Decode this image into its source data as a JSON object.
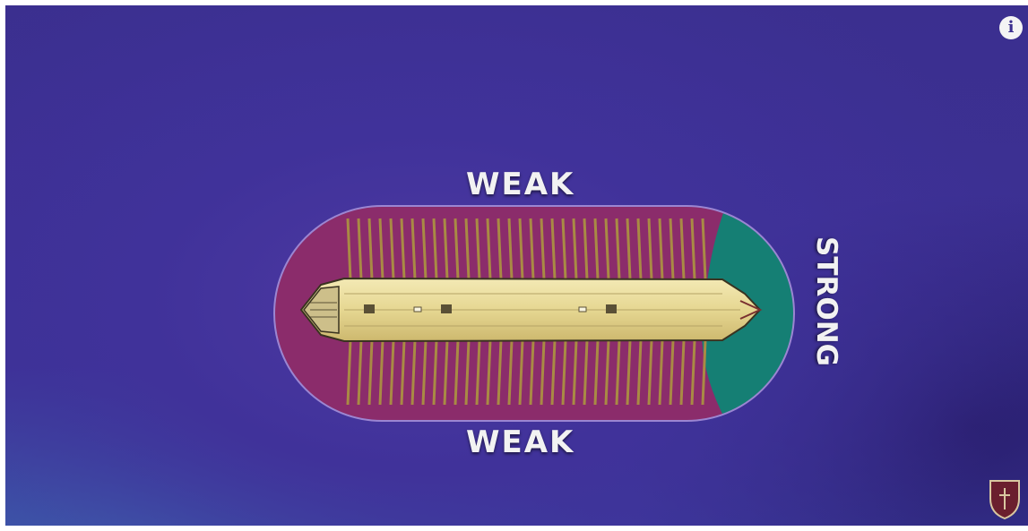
{
  "labels": {
    "top": "WEAK",
    "bottom": "WEAK",
    "right": "STRONG"
  },
  "colors": {
    "weak_zone": "#8b2c6b",
    "strong_zone": "#157f74",
    "outline": "#9b86d2",
    "hull": "#e9dc9c",
    "oars": "#a98a44"
  },
  "icons": {
    "info": "info-icon",
    "logo": "shield-logo-icon"
  }
}
